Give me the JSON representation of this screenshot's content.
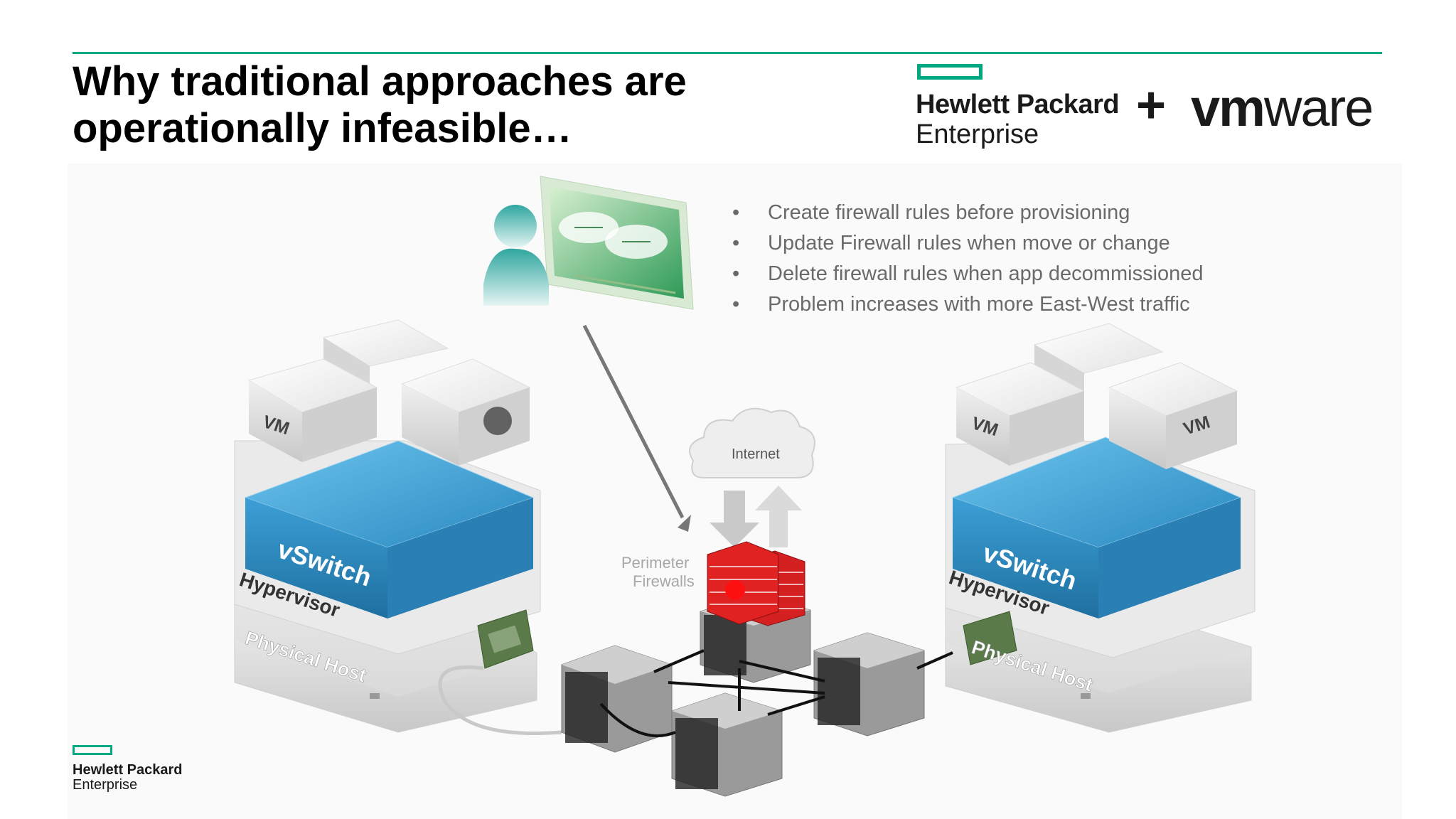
{
  "slide": {
    "title_line1": "Why traditional approaches are",
    "title_line2": "operationally infeasible…"
  },
  "logos": {
    "hpe_line1": "Hewlett Packard",
    "hpe_line2": "Enterprise",
    "plus": "+",
    "vmware_bold": "vm",
    "vmware_light": "ware"
  },
  "bullets": [
    "Create firewall rules before provisioning",
    "Update Firewall rules when move or change",
    "Delete firewall rules when app decommissioned",
    "Problem increases with more East-West traffic"
  ],
  "diagram": {
    "left_host": {
      "vm_label": "VM",
      "vswitch_label": "vSwitch",
      "hypervisor_label": "Hypervisor",
      "physical_label": "Physical Host"
    },
    "right_host": {
      "vm_label_1": "VM",
      "vm_label_2": "VM",
      "vswitch_label": "vSwitch",
      "hypervisor_label": "Hypervisor",
      "physical_label": "Physical Host"
    },
    "internet_label": "Internet",
    "firewall_label_1": "Perimeter",
    "firewall_label_2": "Firewalls"
  },
  "footer": {
    "hpe_line1": "Hewlett Packard",
    "hpe_line2": "Enterprise"
  },
  "colors": {
    "accent": "#01a982",
    "vswitch_blue": "#2b89c0",
    "firewall_red": "#d42020"
  }
}
